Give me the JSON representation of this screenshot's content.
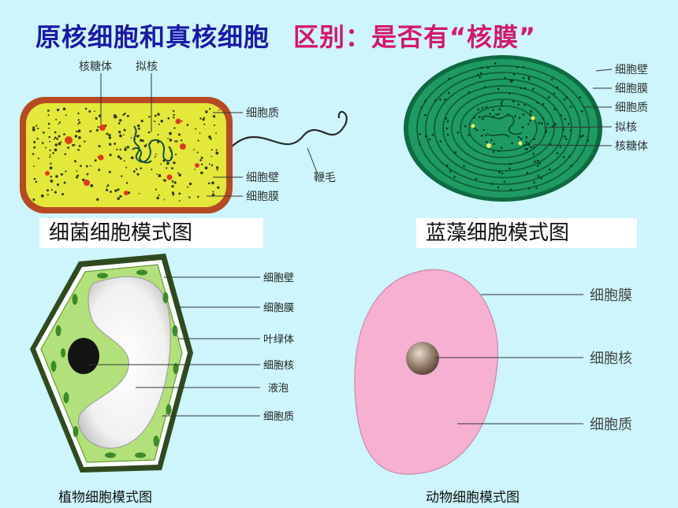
{
  "title": {
    "main": "原核细胞和真核细胞",
    "emphasis": "区别：是否有“核膜”"
  },
  "bacteria": {
    "caption": "细菌细胞模式图",
    "labels": {
      "ribosome": "核糖体",
      "nucleoid": "拟核",
      "cytoplasm": "细胞质",
      "wall": "细胞壁",
      "membrane": "细胞膜",
      "flagellum": "鞭毛"
    }
  },
  "cyanobacteria": {
    "caption": "蓝藻细胞模式图",
    "labels": {
      "wall": "细胞壁",
      "membrane": "细胞膜",
      "cytoplasm": "细胞质",
      "nucleoid": "拟核",
      "ribosome": "核糖体"
    }
  },
  "plant": {
    "caption": "植物细胞模式图",
    "labels": {
      "wall": "细胞壁",
      "membrane": "细胞膜",
      "chloroplast": "叶绿体",
      "nucleus": "细胞核",
      "vacuole": "液泡",
      "cytoplasm": "细胞质"
    }
  },
  "animal": {
    "caption": "动物细胞模式图",
    "labels": {
      "membrane": "细胞膜",
      "nucleus": "细胞核",
      "cytoplasm": "细胞质"
    }
  },
  "colors": {
    "background": "#cdf5fb",
    "title_blue": "#1a1aa8",
    "title_pink": "#d6176a",
    "bacteria_fill": "#e3e83a",
    "cyano_fill": "#1e9a62",
    "plant_cytoplasm": "#b2e07a",
    "animal_fill": "#f6b0d2"
  }
}
